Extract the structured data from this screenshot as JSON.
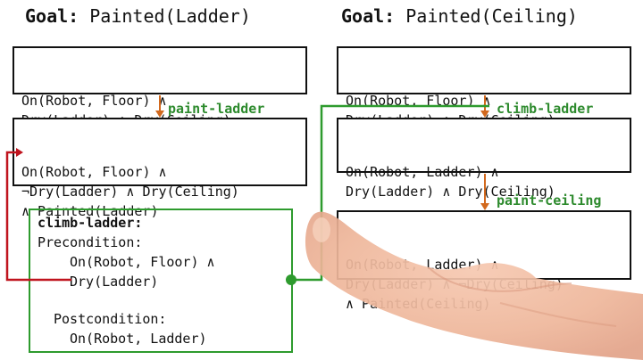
{
  "goals": {
    "left": {
      "keyword": "Goal:",
      "text": " Painted(Ladder)"
    },
    "right": {
      "keyword": "Goal:",
      "text": " Painted(Ceiling)"
    }
  },
  "left_plan": {
    "state1": [
      "On(Robot, Floor) ∧",
      "Dry(Ladder) ∧ Dry(Ceiling)"
    ],
    "action1": "paint-ladder",
    "state2": [
      "On(Robot, Floor) ∧",
      "¬Dry(Ladder) ∧ Dry(Ceiling)",
      "∧ Painted(Ladder)"
    ]
  },
  "right_plan": {
    "state1": [
      "On(Robot, Floor) ∧",
      "Dry(Ladder) ∧ Dry(Ceiling)"
    ],
    "action1": "climb-ladder",
    "state2": [
      "On(Robot, Ladder) ∧",
      "Dry(Ladder) ∧ Dry(Ceiling)"
    ],
    "action2": "paint-ceiling",
    "state3": [
      "On(Robot, Ladder) ∧",
      "Dry(Ladder) ∧ ¬Dry(Ceiling)",
      "∧ Painted(Ceiling)"
    ]
  },
  "operator": {
    "name": "climb-ladder:",
    "precondition_label": "Precondition:",
    "precondition": [
      "On(Robot, Floor) ∧",
      "Dry(Ladder)"
    ],
    "postcondition_label": "Postcondition:",
    "postcondition": [
      "On(Robot, Ladder)"
    ]
  },
  "colors": {
    "action": "#2e8b2e",
    "arrow": "#d2691e",
    "link_red": "#c0141e",
    "link_green": "#2e9b2e"
  }
}
